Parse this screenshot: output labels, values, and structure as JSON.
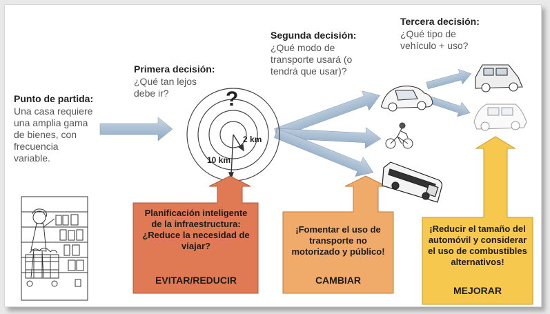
{
  "start": {
    "title": "Punto de partida:",
    "lines": [
      "Una casa requiere",
      "una amplia gama",
      "de bienes, con",
      "frecuencia",
      "variable."
    ]
  },
  "first": {
    "title": "Primera decisión:",
    "lines": [
      "¿Qué tan lejos",
      "debe ir?"
    ]
  },
  "second": {
    "title": "Segunda decisión:",
    "lines": [
      "¿Qué modo de",
      "transporte usará (o",
      "tendrá que usar)?"
    ]
  },
  "third": {
    "title": "Tercera decisión:",
    "lines": [
      "¿Qué tipo de",
      "vehículo + uso?"
    ]
  },
  "distance": {
    "question_mark": "?",
    "near": "2 km",
    "far": "10 km"
  },
  "avoid_box": {
    "lines": [
      "Planificación inteligente",
      "de la infraestructura:",
      "¿Reduce la necesidad de",
      "viajar?"
    ],
    "label": "EVITAR/REDUCIR"
  },
  "shift_box": {
    "lines": [
      "¡Fomentar el uso de",
      "transporte no",
      "motorizado y público!"
    ],
    "label": "CAMBIAR"
  },
  "improve_box": {
    "lines": [
      "¡Reducir el tamaño del",
      "automóvil y considerar",
      "el uso de combustibles",
      "alternativos!"
    ],
    "label": "MEJORAR"
  },
  "colors": {
    "avoid": "#e07a55",
    "shift": "#f0aa6a",
    "improve": "#f6c94e",
    "arrow": "#9fb7cf"
  },
  "icons": [
    "shopper-illustration",
    "car-icon",
    "cyclist-icon",
    "bus-icon",
    "suv-icon",
    "hatchback-icon"
  ]
}
